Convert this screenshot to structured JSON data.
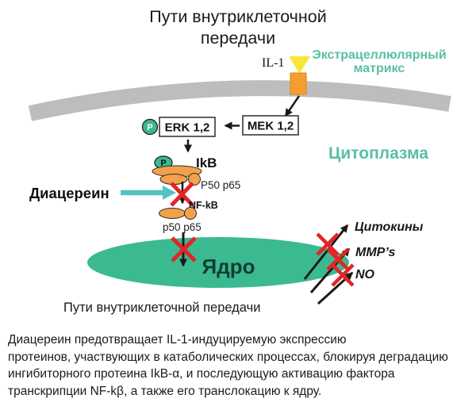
{
  "title": {
    "line1": "Пути внутриклеточной",
    "line2": "передачи"
  },
  "diagram": {
    "il1_label": "IL-1",
    "extracellular_matrix": {
      "line1": "Экстрацеллюлярный",
      "line2": "матрикс"
    },
    "cytoplasm_label": "Цитоплазма",
    "mek_box_label": "MEK 1,2",
    "erk_box_label": "ERK 1,2",
    "phosphate_label": "P",
    "ikb_label": "IkB",
    "p50_p65_upper_label": "P50  p65",
    "diacerein_label": "Диацереин",
    "nfkb_label": "NF-kB",
    "p50_p65_lower_label": "p50  p65",
    "nucleus_label": "Ядро",
    "outputs": [
      {
        "label": "Цитокины"
      },
      {
        "label": "MMP’s"
      },
      {
        "label": "NO"
      }
    ],
    "colors": {
      "membrane_gray": "#bdbdbd",
      "receptor_orange": "#f59e2f",
      "ligand_yellow": "#f8e73a",
      "teal_text": "#58bfa6",
      "nucleus_teal": "#3bba92",
      "phosphate_green": "#3cb98e",
      "protein_orange": "#f2a24b",
      "diacerein_arrow_teal": "#53c3c3",
      "block_red": "#e02626"
    }
  },
  "caption": "Пути внутриклеточной передачи",
  "description": {
    "lines": [
      "Диацереин предотвращает IL-1-индуцируемую экспрессию",
      "протеинов, участвующих в катаболических процессах, блокируя деградацию",
      "ингибиторного протеина IkB-α, и последующую активацию фактора",
      "транскрипции NF-kβ, а также его транслокацию к ядру."
    ]
  }
}
